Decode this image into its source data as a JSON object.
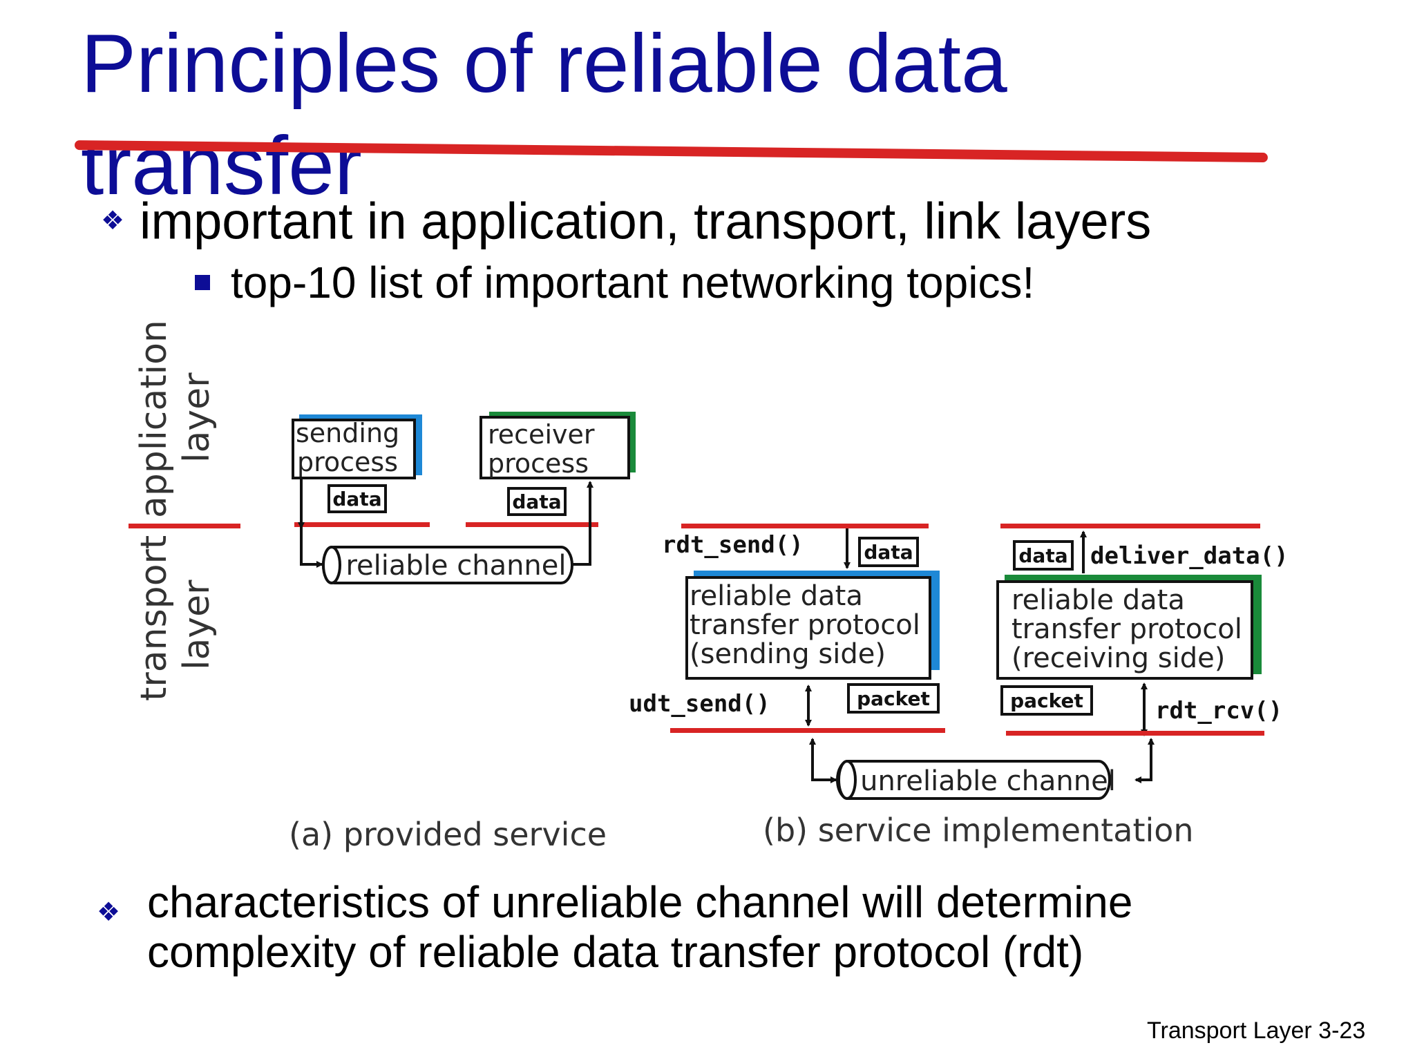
{
  "slide": {
    "title": "Principles of reliable data transfer",
    "bullets": [
      "important in application, transport, link layers",
      "top-10 list of important networking topics!",
      "characteristics of unreliable channel will determine complexity of reliable data transfer protocol (rdt)"
    ],
    "footer": "Transport Layer 3-23"
  },
  "diagram": {
    "layer_labels": {
      "application_1": "application",
      "application_2": "layer",
      "transport_1": "transport",
      "transport_2": "layer"
    },
    "panel_a": {
      "sending_process_1": "sending",
      "sending_process_2": "process",
      "receiver_process_1": "receiver",
      "receiver_process_2": "process",
      "data_send": "data",
      "data_recv": "data",
      "channel": "reliable channel",
      "caption": "(a)  provided service"
    },
    "panel_b": {
      "rdt_send": "rdt_send()",
      "data_left": "data",
      "sender_box_1": "reliable data",
      "sender_box_2": "transfer protocol",
      "sender_box_3": "(sending side)",
      "udt_send": "udt_send()",
      "packet_left": "packet",
      "data_right": "data",
      "deliver_data": "deliver_data()",
      "receiver_box_1": "reliable data",
      "receiver_box_2": "transfer protocol",
      "receiver_box_3": "(receiving side)",
      "packet_right": "packet",
      "rdt_rcv": "rdt_rcv()",
      "channel": "unreliable channel",
      "caption": "(b) service implementation"
    },
    "colors": {
      "title": "#0d0d96",
      "red_layer_line": "#d82424",
      "sender_accent": "#1e88d6",
      "receiver_accent": "#1a8a3a"
    }
  }
}
